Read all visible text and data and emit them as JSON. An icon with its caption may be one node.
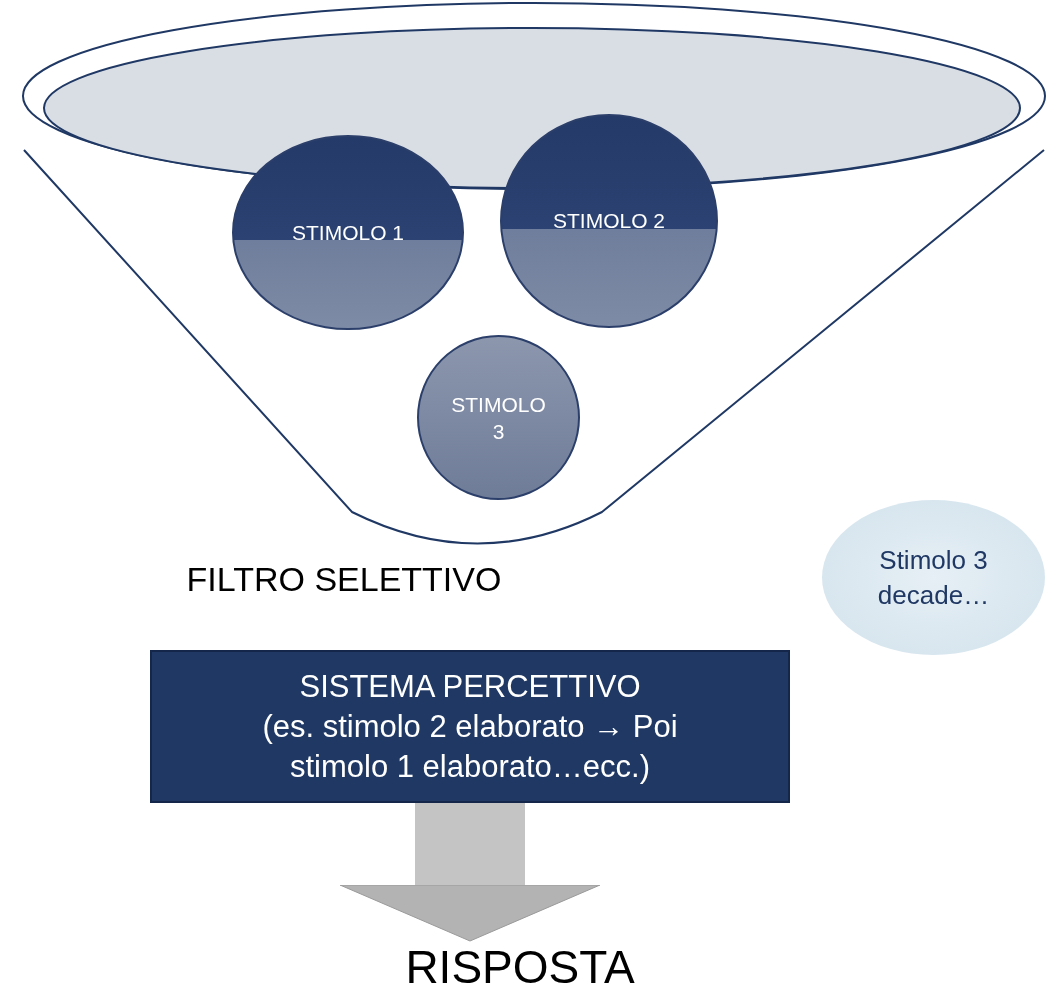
{
  "diagram": {
    "nodes": [
      {
        "text": [
          "FILTRO SELETTIVO"
        ]
      },
      {
        "text": [
          "STIMOLO 1"
        ],
        "in": 0
      },
      {
        "text": [
          "STIMOLO 2"
        ],
        "in": 0
      },
      {
        "text": [
          "STIMOLO 3"
        ],
        "in": 0
      },
      {
        "text": [
          "Stimolo 3 decade…"
        ]
      },
      {
        "text": [
          "SISTEMA PERCETTIVO",
          "(es. stimolo 2 elaborato → Poi stimolo 1 elaborato…ecc.)"
        ]
      },
      {
        "text": [
          "RISPOSTA"
        ]
      }
    ],
    "edges": [
      {
        "from": 5,
        "to": 6,
        "arrow": "to"
      }
    ]
  }
}
